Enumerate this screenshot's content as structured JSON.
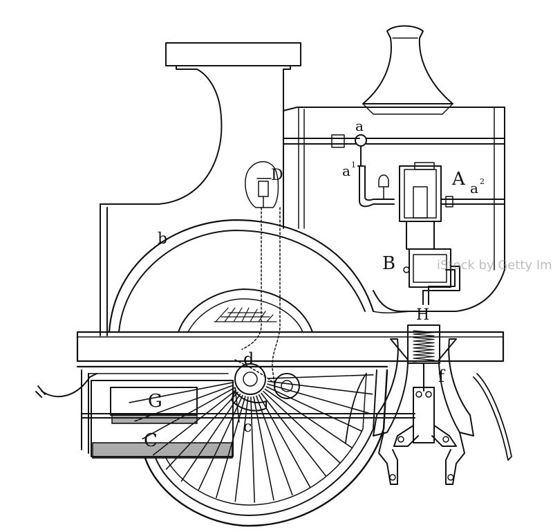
{
  "labels": {
    "a": "a",
    "a1": "a",
    "a1_sup": "1",
    "a2": "a",
    "a2_sup": "2",
    "A": "A",
    "B": "B",
    "D": "D",
    "H": "H",
    "b": "b",
    "d": "d",
    "c": "c",
    "f": "f",
    "G": "G",
    "C": "C"
  },
  "watermark": "iStock by Getty Images",
  "colors": {
    "ink": "#111111",
    "paper": "#ffffff"
  }
}
